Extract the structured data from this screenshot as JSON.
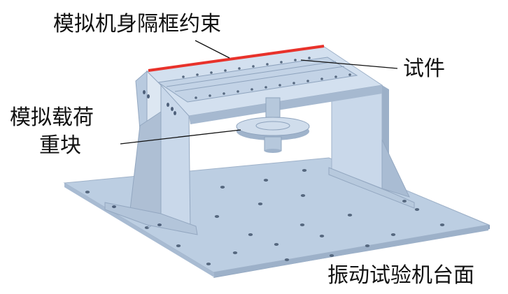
{
  "labels": {
    "constraint": "模拟机身隔框约束",
    "specimen": "试件",
    "mass_line1": "模拟载荷",
    "mass_line2": "重块",
    "table": "振动试验机台面"
  },
  "colors": {
    "plate": "#b9cbe0",
    "plate_edge": "#8ea3bd",
    "frame_light": "#d2dfee",
    "frame_mid": "#b3c6dc",
    "frame_dark": "#8fa5c0",
    "bolt_hole": "#4e607a",
    "constraint_line": "#e8322b",
    "leader": "#111111"
  }
}
